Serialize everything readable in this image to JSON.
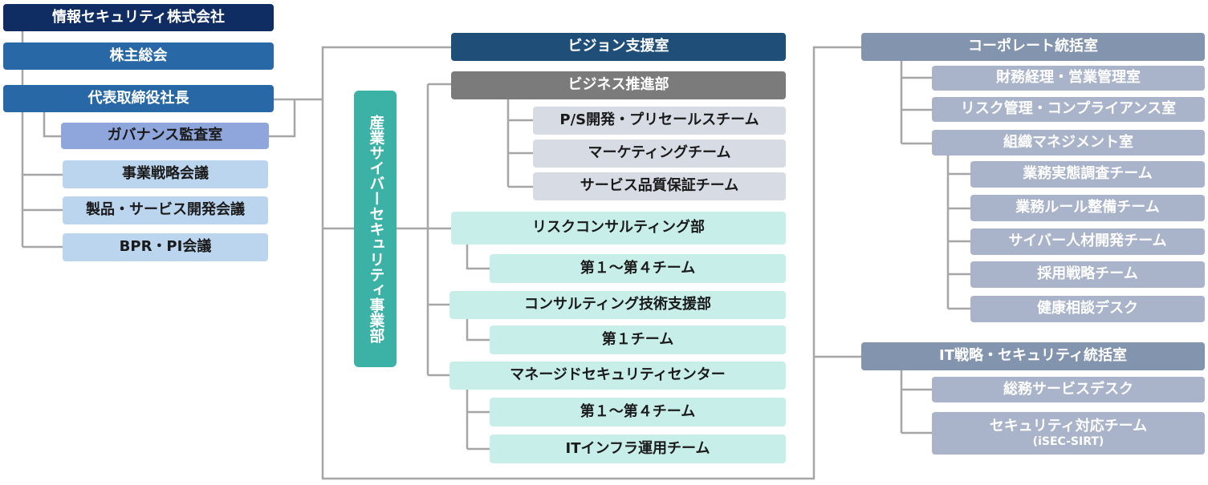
{
  "company": "情報セキュリティ株式会社",
  "shareholders": "株主総会",
  "ceo": "代表取締役社長",
  "governance": "ガバナンス監査室",
  "meetings": [
    "事業戦略会議",
    "製品・サービス開発会議",
    "BPR・PI会議"
  ],
  "division": "産業サイバーセキュリティ事業部",
  "vision": "ビジョン支援室",
  "business": {
    "name": "ビジネス推進部",
    "teams": [
      "P/S開発・プリセールスチーム",
      "マーケティングチーム",
      "サービス品質保証チーム"
    ]
  },
  "risk": {
    "name": "リスクコンサルティング部",
    "teams": [
      "第１～第４チーム"
    ]
  },
  "consulting": {
    "name": "コンサルティング技術支援部",
    "teams": [
      "第１チーム"
    ]
  },
  "managed": {
    "name": "マネージドセキュリティセンター",
    "teams": [
      "第１～第４チーム",
      "ITインフラ運用チーム"
    ]
  },
  "corporate": {
    "name": "コーポレート統括室",
    "units": [
      "財務経理・営業管理室",
      "リスク管理・コンプライアンス室",
      "組織マネジメント室"
    ],
    "org_teams": [
      "業務実態調査チーム",
      "業務ルール整備チーム",
      "サイバー人材開発チーム",
      "採用戦略チーム",
      "健康相談デスク"
    ]
  },
  "it": {
    "name": "IT戦略・セキュリティ統括室",
    "units": [
      "総務サービスデスク",
      "セキュリティ対応チーム"
    ],
    "sirt": "(iSEC-SIRT)"
  }
}
